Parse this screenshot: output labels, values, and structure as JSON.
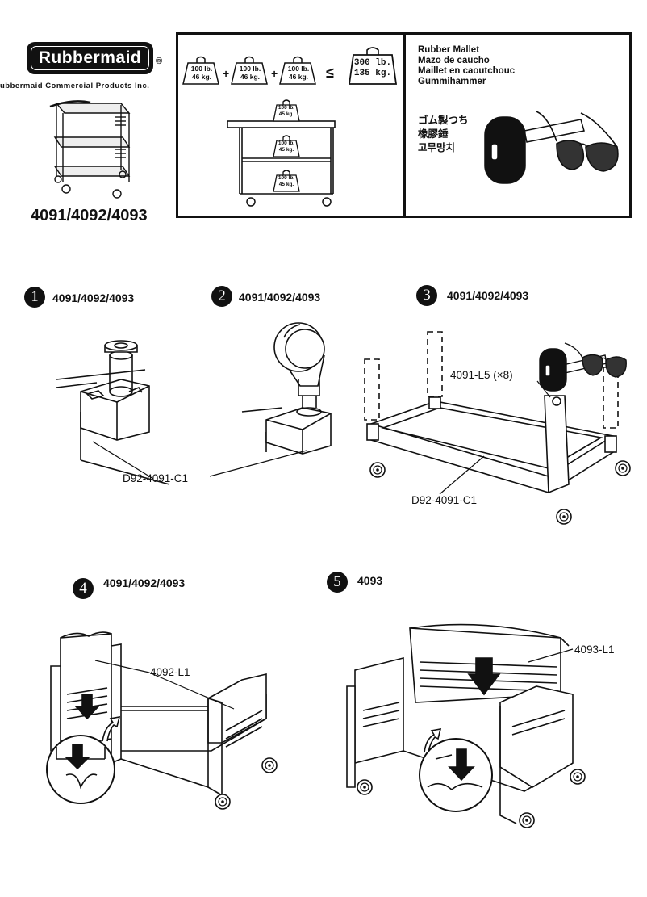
{
  "header": {
    "brand": "Rubbermaid",
    "registered_mark": "®",
    "company": "ubbermaid Commercial Products Inc.",
    "models": "4091/4092/4093"
  },
  "load_info": {
    "weights": [
      {
        "lb": "100 lb.",
        "kg": "46 kg."
      },
      {
        "lb": "100 lb.",
        "kg": "46 kg."
      },
      {
        "lb": "100 lb.",
        "kg": "46 kg."
      }
    ],
    "plus": "+",
    "lte": "≤",
    "total": {
      "lb": "300 lb.",
      "kg": "135 kg."
    },
    "shelf_weights": [
      {
        "lb": "100 lb.",
        "kg": "45 kg."
      },
      {
        "lb": "100 lb.",
        "kg": "45 kg."
      },
      {
        "lb": "100 lb.",
        "kg": "45 kg."
      }
    ]
  },
  "tools": {
    "lines": [
      "Rubber Mallet",
      "Mazo de caucho",
      "Maillet en caoutchouc",
      "Gummihammer"
    ],
    "cjk": [
      "ゴム製つち",
      "橡膠錘",
      "고무망치"
    ]
  },
  "steps": [
    {
      "num": "1",
      "label": "4091/4092/4093"
    },
    {
      "num": "2",
      "label": "4091/4092/4093"
    },
    {
      "num": "3",
      "label": "4091/4092/4093"
    },
    {
      "num": "4",
      "label": "4091/4092/4093"
    },
    {
      "num": "5",
      "label": "4093"
    }
  ],
  "parts": {
    "base_step12": "D92-4091-C1",
    "leg": "4091-L5 (×8)",
    "base_step3": "D92-4091-C1",
    "side_panel": "4092-L1",
    "top_panel": "4093-L1"
  },
  "icons": [
    "cart-icon",
    "weight-icon",
    "mallet-icon",
    "safety-glasses-icon",
    "caster-icon",
    "arrow-down-icon"
  ]
}
